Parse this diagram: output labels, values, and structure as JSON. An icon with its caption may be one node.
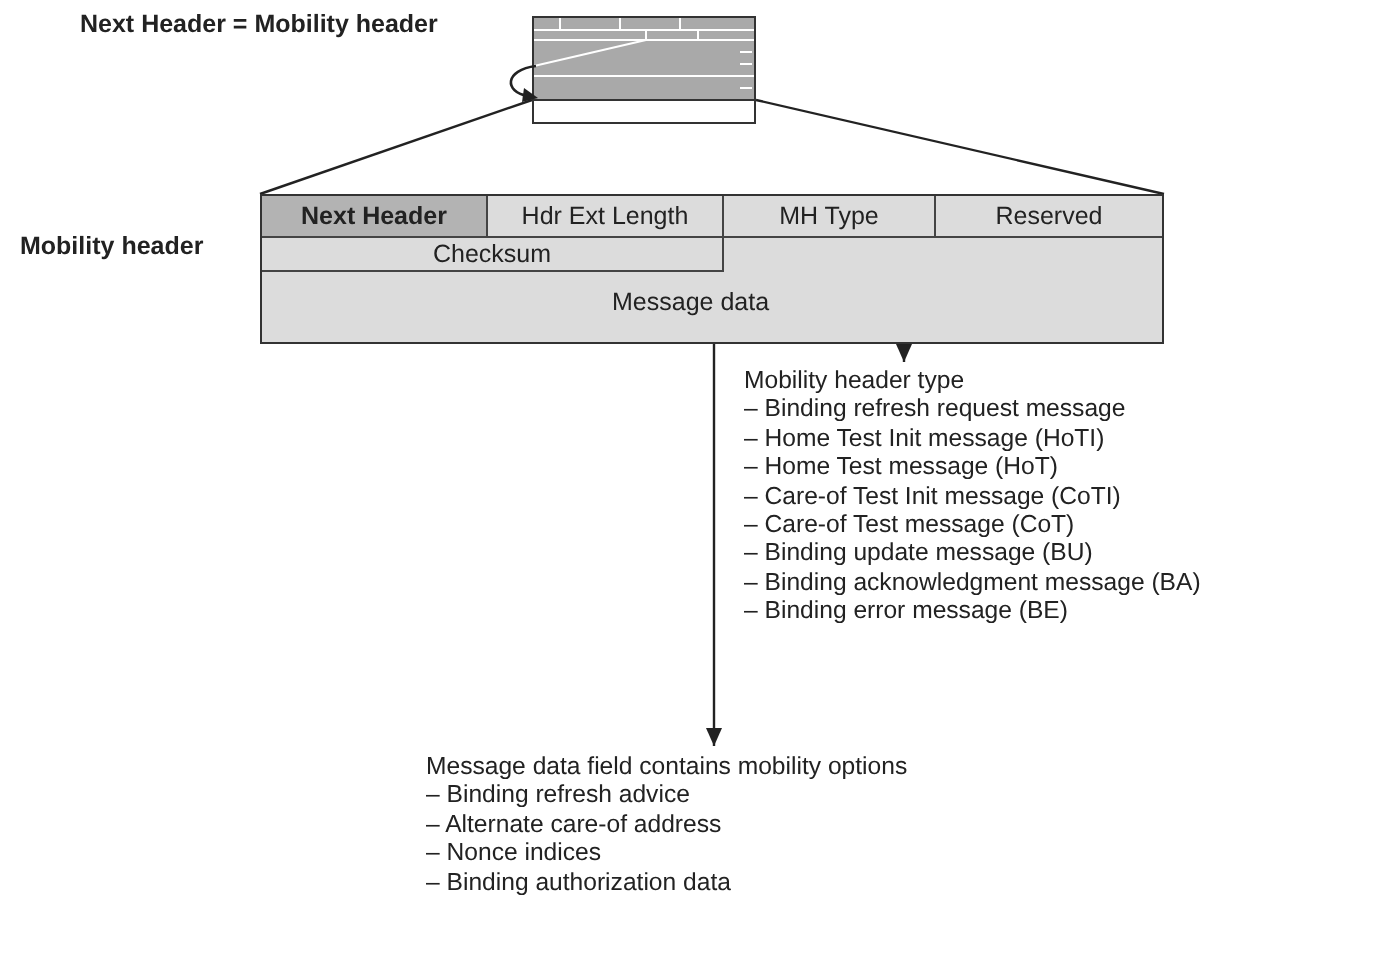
{
  "diagram": {
    "nodes": [
      {
        "text": [],
        "shape": "picture"
      },
      {
        "text": [
          "Mobility header"
        ]
      },
      {
        "text": [
          "Next Header"
        ],
        "in": 1
      },
      {
        "text": [
          "Hdr Ext Length"
        ],
        "in": 1
      },
      {
        "text": [
          "MH Type"
        ],
        "in": 1
      },
      {
        "text": [
          "Reserved"
        ],
        "in": 1
      },
      {
        "text": [
          "Checksum"
        ],
        "in": 1
      },
      {
        "text": [
          "Message data"
        ],
        "in": 1
      },
      {
        "text": [
          "Mobility header type",
          "– Binding refresh request message",
          "– Home Test Init message (HoTI)",
          "– Home Test message (HoT)",
          "– Care-of Test Init message (CoTI)",
          "– Care-of Test message (CoT)",
          "– Binding update message (BU)",
          "– Binding acknowledgment message (BA)",
          "– Binding error message (BE)"
        ]
      },
      {
        "text": [
          "Message data field contains mobility options",
          "– Binding refresh advice",
          "– Alternate care-of address",
          "– Nonce indices",
          "– Binding authorization data"
        ]
      }
    ],
    "edges": [
      {
        "from": 0,
        "to": 1,
        "arrow": "none"
      },
      {
        "from": 0,
        "to": 1,
        "arrow": "none"
      },
      {
        "from": 4,
        "to": 8,
        "arrow": "to"
      },
      {
        "from": 7,
        "to": 9,
        "arrow": "to"
      }
    ],
    "labels": [
      "Next Header = Mobility header"
    ]
  }
}
